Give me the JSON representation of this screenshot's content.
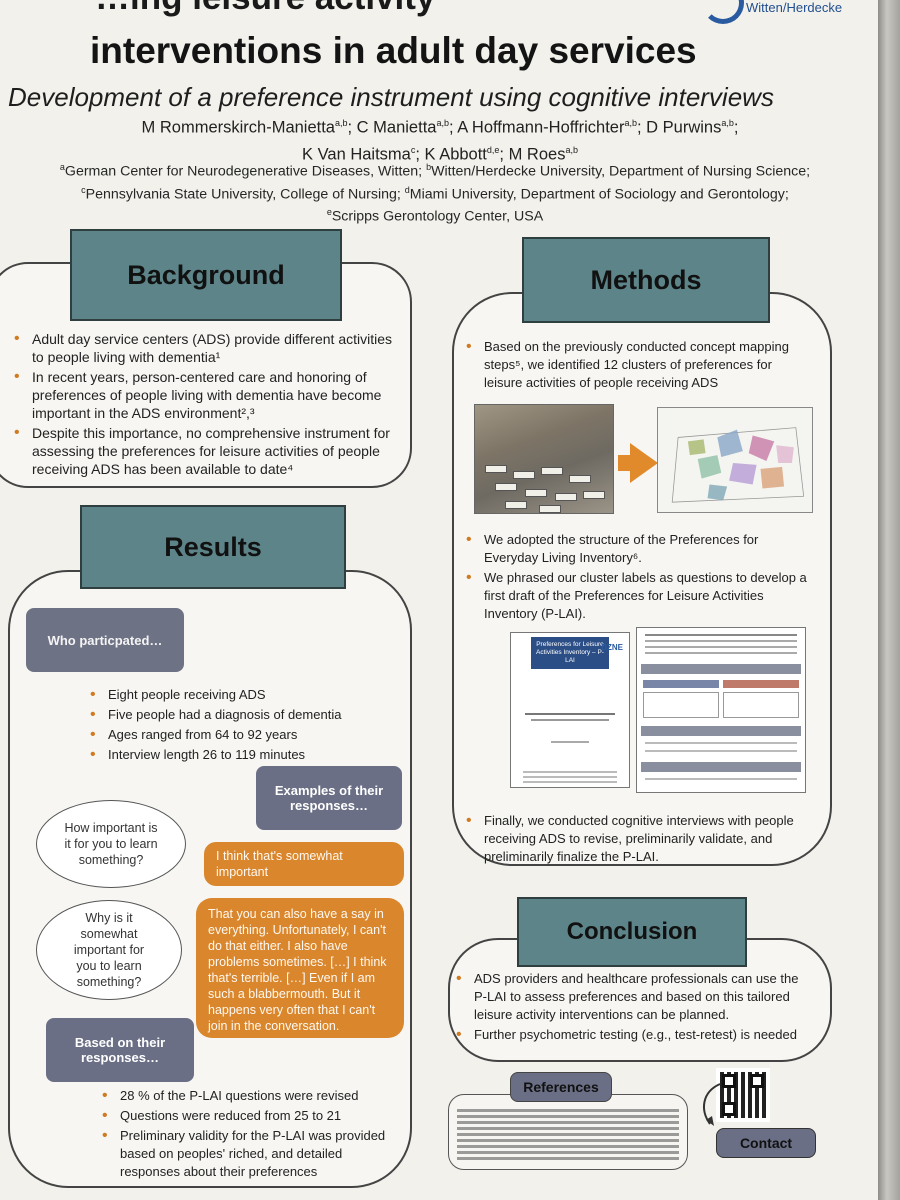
{
  "header": {
    "title_line1": "…ing leisure activity",
    "title_line2": "interventions in adult day services",
    "subtitle": "Development of a preference instrument using cognitive interviews",
    "logo_text": "Witten/Herdecke",
    "authors_line1": [
      {
        "name": "M Rommerskirch-Manietta",
        "sup": "a,b"
      },
      {
        "name": "; C Manietta",
        "sup": "a,b"
      },
      {
        "name": "; A Hoffmann-Hoffrichter",
        "sup": "a,b"
      },
      {
        "name": "; D Purwins",
        "sup": "a,b"
      },
      {
        "name": ";",
        "sup": ""
      }
    ],
    "authors_line2": [
      {
        "name": "K Van Haitsma",
        "sup": "c"
      },
      {
        "name": "; K Abbott",
        "sup": "d,e"
      },
      {
        "name": "; M Roes",
        "sup": "a,b"
      }
    ],
    "affiliations": [
      {
        "sup": "a",
        "text": "German Center for Neurodegenerative Diseases, Witten; "
      },
      {
        "sup": "b",
        "text": "Witten/Herdecke University, Department of Nursing Science;"
      },
      {
        "sup": "c",
        "text": "Pennsylvania State University, College of Nursing; "
      },
      {
        "sup": "d",
        "text": "Miami University, Department of Sociology and Gerontology;"
      },
      {
        "sup": "e",
        "text": "Scripps Gerontology Center, USA"
      }
    ]
  },
  "background": {
    "title": "Background",
    "bullets": [
      "Adult day service centers (ADS) provide different activities to people living with dementia¹",
      "In recent years, person-centered care and honoring of preferences of people living with dementia have become important in the ADS environment²,³",
      "Despite this importance, no comprehensive instrument for assessing the preferences for leisure activities of people receiving ADS has been available to date⁴"
    ]
  },
  "methods": {
    "title": "Methods",
    "bullets_top": [
      "Based on the previously conducted concept mapping steps⁵, we identified 12 clusters of preferences for leisure activities of people receiving ADS"
    ],
    "bullets_mid": [
      "We adopted the structure of the Preferences for Everyday Living Inventory⁶.",
      "We phrased our cluster labels as questions to develop a first draft of the Preferences for Leisure Activities Inventory (P-LAI)."
    ],
    "bullets_bottom": [
      "Finally, we conducted cognitive interviews with people receiving ADS to revise, preliminarily validate, and preliminarily finalize the P-LAI."
    ],
    "doc_title": "Preferences for Leisure Activities Inventory – P-LAI",
    "doc_brand": "DZNE"
  },
  "results": {
    "title": "Results",
    "who_tag": "Who particpated…",
    "who_bullets": [
      "Eight people receiving ADS",
      "Five people had a diagnosis of dementia",
      "Ages ranged from 64 to 92 years",
      "Interview length 26 to 119 minutes"
    ],
    "examples_tag": "Examples of their responses…",
    "q1": "How important is it for you to learn something?",
    "a1": "I think that's somewhat important",
    "q2": "Why is it somewhat important for you to learn something?",
    "a2": "That you can also have a say in everything. Unfortunately, I can't do that either. I also have problems sometimes. […] I think that's terrible. […] Even if I am such a blabbermouth. But it happens very often that I can't join in the conversation.",
    "based_tag": "Based on their responses…",
    "based_bullets": [
      "28 % of the P-LAI questions were revised",
      "Questions were reduced from 25 to 21",
      "Preliminary validity for the P-LAI was provided based on peoples' riched, and detailed responses about their preferences"
    ]
  },
  "conclusion": {
    "title": "Conclusion",
    "bullets": [
      "ADS providers and healthcare professionals can use the P-LAI to assess preferences and based on this tailored leisure activity interventions can be planned.",
      "Further psychometric testing (e.g., test-retest) is needed"
    ]
  },
  "references": {
    "title": "References"
  },
  "contact": {
    "label": "Contact"
  }
}
